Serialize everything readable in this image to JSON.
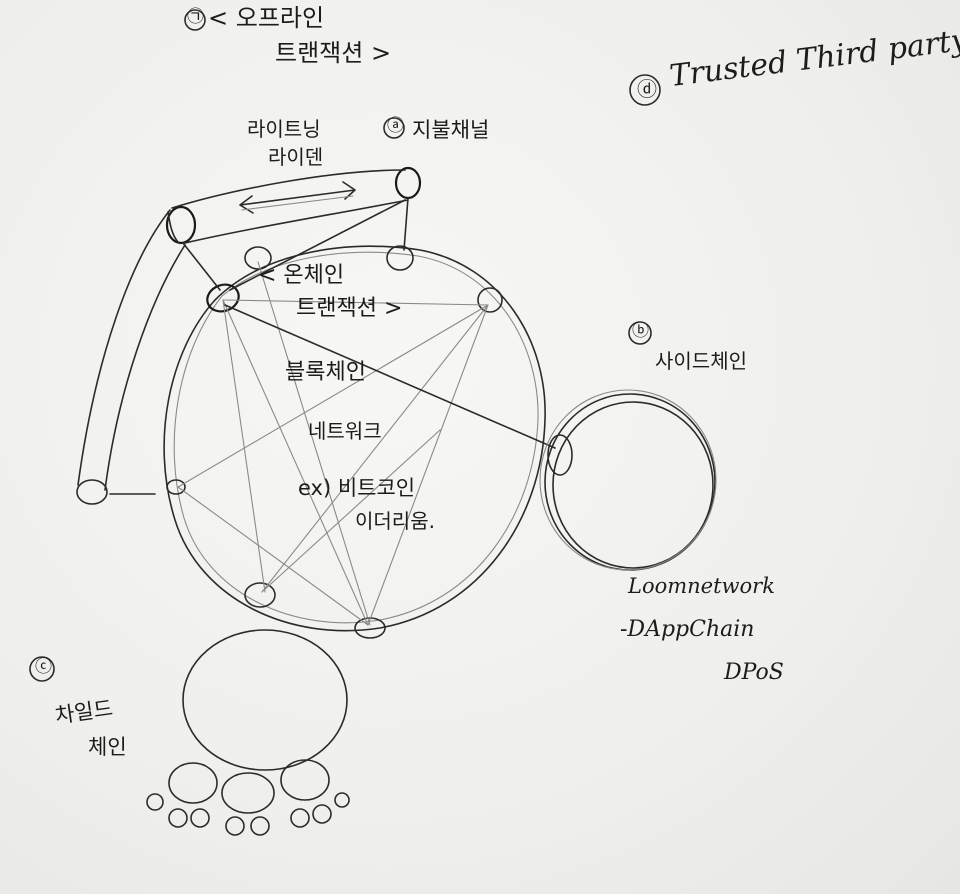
{
  "offline": {
    "marker": "㉠",
    "line1": "< 오프라인",
    "line2": "트랜잭션 >"
  },
  "lightning": {
    "line1": "라이트닝",
    "line2": "라이덴"
  },
  "state_channel": {
    "marker": "ⓐ",
    "label": "지불채널"
  },
  "onchain": {
    "line1": "< 온체인",
    "line2": "트랜잭션 >"
  },
  "blockchain": {
    "line1": "블록체인",
    "line2": "네트워크",
    "line3": "ex) 비트코인",
    "line4": "이더리움."
  },
  "sidechain": {
    "marker": "ⓑ",
    "label": "사이드체인",
    "note1": "Loomnetwork",
    "note2": "-DAppChain",
    "note3": "DPoS"
  },
  "childchain": {
    "marker": "ⓒ",
    "line1": "차일드",
    "line2": "체인"
  },
  "ttp": {
    "marker": "ⓓ",
    "label": "Trusted Third party"
  }
}
